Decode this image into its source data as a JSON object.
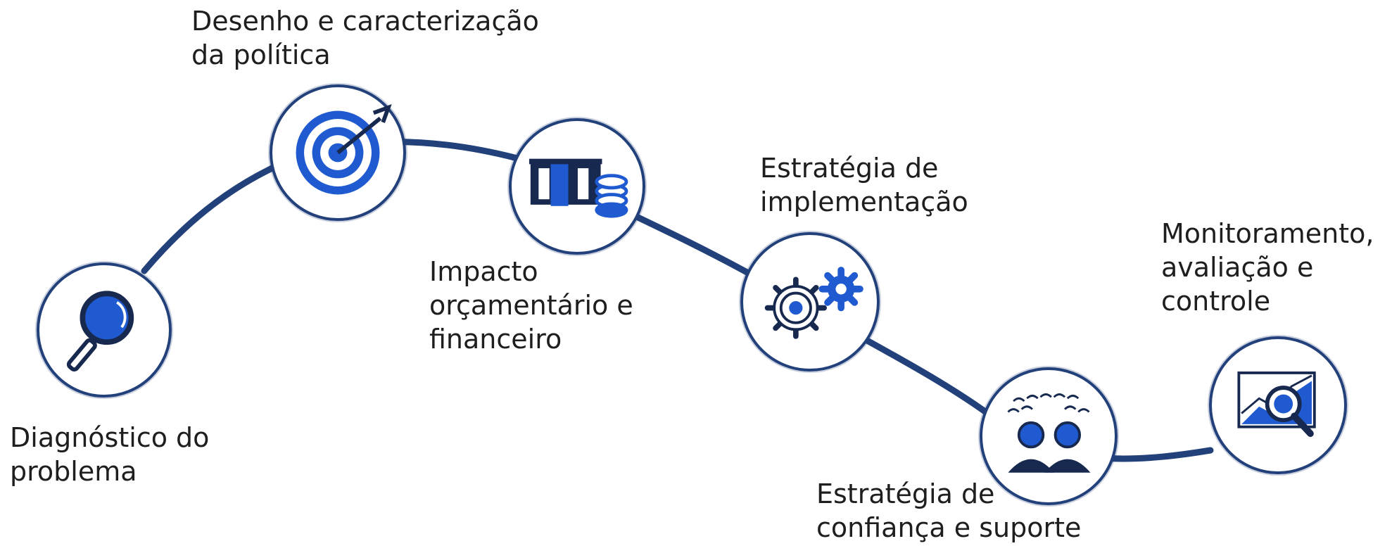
{
  "colors": {
    "path": "#22407a",
    "accent": "#1f5ad0",
    "dark": "#17294f"
  },
  "steps": [
    {
      "label": "Diagnóstico do\nproblema",
      "icon": "magnifier-icon"
    },
    {
      "label": "Desenho e caracterização\nda política",
      "icon": "target-arrow-icon"
    },
    {
      "label": "Impacto\norçamentário e\nfinanceiro",
      "icon": "money-coins-icon"
    },
    {
      "label": "Estratégia de\nimplementação",
      "icon": "gears-icon"
    },
    {
      "label": "Estratégia de\nconfiança e suporte",
      "icon": "people-crowd-icon"
    },
    {
      "label": "Monitoramento,\navaliação e\ncontrole",
      "icon": "chart-magnifier-icon"
    }
  ]
}
